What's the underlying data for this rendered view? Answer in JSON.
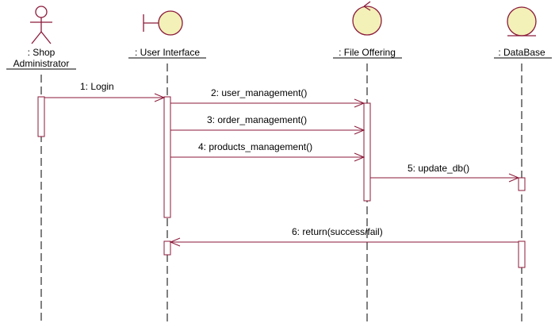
{
  "colors": {
    "line": "#8b1a3a",
    "lifeline": "#000000",
    "object_fill": "#f3f0b8",
    "text": "#000000"
  },
  "participants": [
    {
      "id": "shop-administrator",
      "kind": "actor",
      "label_line1": ": Shop",
      "label_line2": "Administrator"
    },
    {
      "id": "user-interface",
      "kind": "boundary",
      "label_line1": ": User Interface"
    },
    {
      "id": "file-offering",
      "kind": "control",
      "label_line1": ": File Offering"
    },
    {
      "id": "database",
      "kind": "entity",
      "label_line1": ": DataBase"
    }
  ],
  "messages": [
    {
      "from": "shop-administrator",
      "to": "user-interface",
      "label": "1: Login"
    },
    {
      "from": "user-interface",
      "to": "file-offering",
      "label": "2: user_management()"
    },
    {
      "from": "user-interface",
      "to": "file-offering",
      "label": "3: order_management()"
    },
    {
      "from": "user-interface",
      "to": "file-offering",
      "label": "4: products_management()"
    },
    {
      "from": "file-offering",
      "to": "database",
      "label": "5: update_db()"
    },
    {
      "from": "database",
      "to": "user-interface",
      "label": "6: return(success/fail)"
    }
  ]
}
